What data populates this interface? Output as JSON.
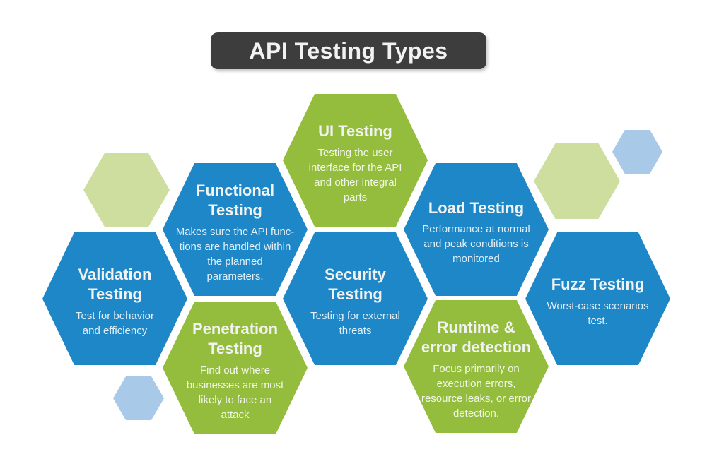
{
  "title": "API Testing Types",
  "colors": {
    "blue": "#1e87c8",
    "green": "#94bd3e",
    "light_green": "#cdde9f",
    "light_blue": "#a8c9e8",
    "title_bg": "#3d3d3d",
    "title_text": "#f2f2f2",
    "heading_text": "#f2f2f2",
    "body_text": "rgba(255,255,255,0.87)"
  },
  "hexagons": [
    {
      "id": "validation-testing",
      "color": "blue",
      "title": "Validation\nTesting",
      "body": "Test for behavior\nand efficiency"
    },
    {
      "id": "functional-testing",
      "color": "blue",
      "title": "Functional\nTesting",
      "body": "Makes sure the API func-\ntions are handled within\nthe planned\nparameters."
    },
    {
      "id": "ui-testing",
      "color": "green",
      "title": "UI Testing",
      "body": "Testing the user\ninterface for the API\nand other integral\nparts"
    },
    {
      "id": "security-testing",
      "color": "blue",
      "title": "Security\nTesting",
      "body": "Testing for external\nthreats"
    },
    {
      "id": "load-testing",
      "color": "blue",
      "title": "Load Testing",
      "body": "Performance at normal\nand peak conditions is\nmonitored"
    },
    {
      "id": "penetration-testing",
      "color": "green",
      "title": "Penetration\nTesting",
      "body": "Find out where\nbusinesses are most\nlikely to face an\nattack"
    },
    {
      "id": "runtime-error-detection",
      "color": "green",
      "title": "Runtime &\nerror detection",
      "body": "Focus primarily on\nexecution errors,\nresource leaks, or error\ndetection."
    },
    {
      "id": "fuzz-testing",
      "color": "blue",
      "title": "Fuzz Testing",
      "body": "Worst-case scenarios\ntest."
    }
  ],
  "decor_hexagons": [
    {
      "id": "light-green-left",
      "color": "light_green"
    },
    {
      "id": "light-green-right",
      "color": "light_green"
    },
    {
      "id": "light-blue-top-right",
      "color": "light_blue"
    },
    {
      "id": "light-blue-bottom-left",
      "color": "light_blue"
    }
  ]
}
